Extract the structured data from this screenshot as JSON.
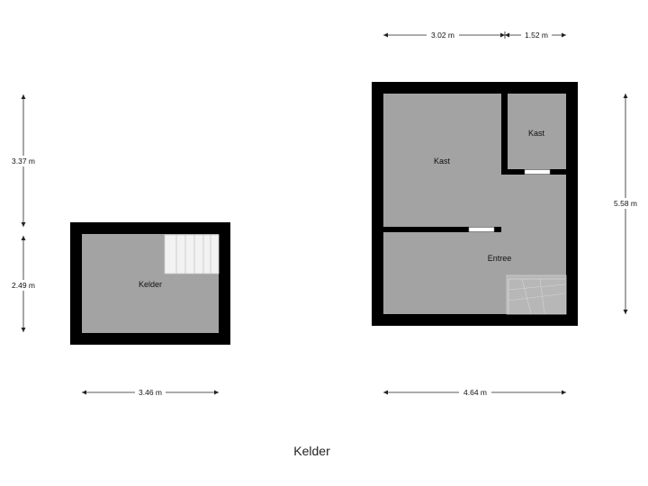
{
  "floor_title": "Kelder",
  "rooms": {
    "kelder": "Kelder",
    "kast_large": "Kast",
    "kast_small": "Kast",
    "entree": "Entree"
  },
  "dimensions": {
    "left_height_upper": "3.37 m",
    "left_height_lower": "2.49 m",
    "left_width": "3.46 m",
    "right_top_left": "3.02 m",
    "right_top_right": "1.52 m",
    "right_height": "5.58 m",
    "right_width": "4.64 m"
  },
  "colors": {
    "wall": "#000000",
    "floor": "#a3a3a3",
    "stairs": "#f2f2f2",
    "dimension_line": "#222222"
  }
}
